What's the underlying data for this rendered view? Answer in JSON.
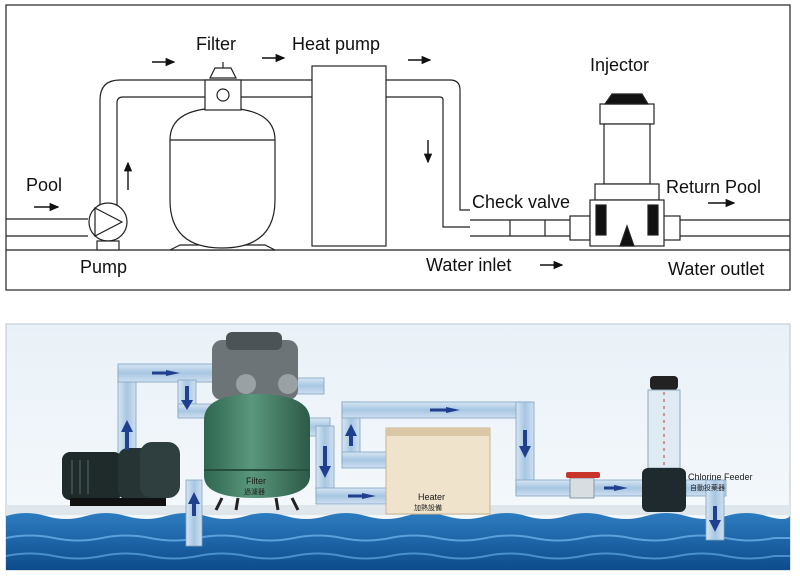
{
  "schematic": {
    "labels": {
      "filter": "Filter",
      "heat_pump": "Heat pump",
      "injector": "Injector",
      "pool": "Pool",
      "pump": "Pump",
      "check_valve": "Check valve",
      "return_pool": "Return Pool",
      "water_inlet": "Water inlet",
      "water_outlet": "Water outlet"
    }
  },
  "illustration": {
    "labels": {
      "filter": "Filter",
      "filter_cn": "過濾器",
      "heater": "Heater",
      "heater_cn": "加熱設備",
      "chlorine_feeder": "Chlorine Feeder",
      "chlorine_feeder_cn": "自動投藥器"
    },
    "colors": {
      "pipe": "#b9d3ea",
      "arrow": "#1f3f8f",
      "water": "#1e6fb5",
      "tank": "#3e7a64",
      "heater": "#efe3cc",
      "valve": "#c8342c"
    }
  }
}
